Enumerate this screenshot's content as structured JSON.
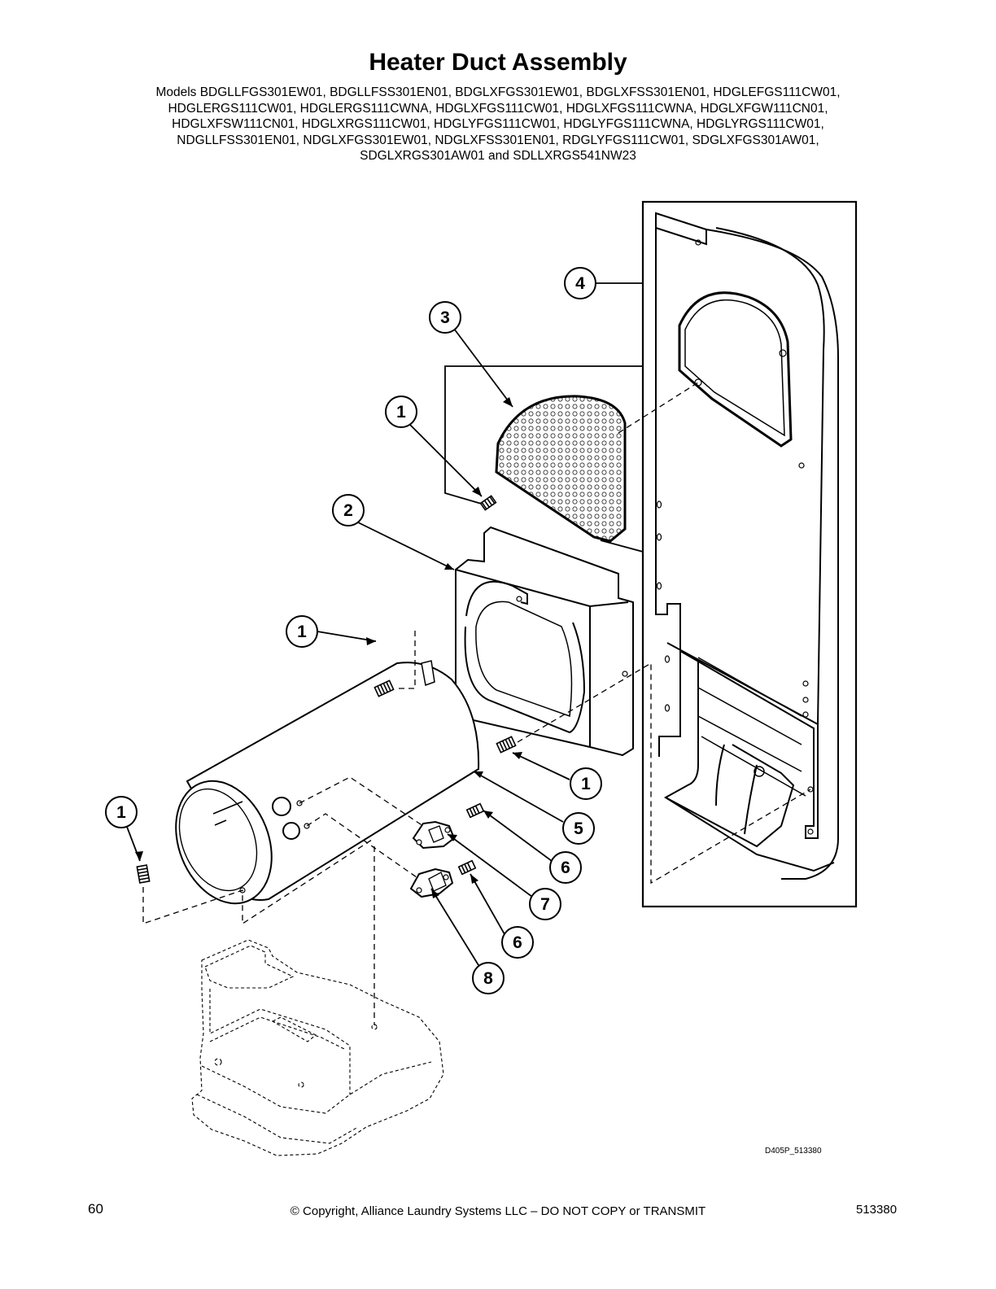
{
  "header": {
    "title": "Heater Duct Assembly",
    "models_lines": [
      "Models BDGLLFGS301EW01, BDGLLFSS301EN01, BDGLXFGS301EW01, BDGLXFSS301EN01, HDGLEFGS111CW01,",
      "HDGLERGS111CW01, HDGLERGS111CWNA, HDGLXFGS111CW01, HDGLXFGS111CWNA, HDGLXFGW111CN01,",
      "HDGLXFSW111CN01, HDGLXRGS111CW01, HDGLYFGS111CW01, HDGLYFGS111CWNA, HDGLYRGS111CW01,",
      "NDGLLFSS301EN01, NDGLXFGS301EW01, NDGLXFSS301EN01, RDGLYFGS111CW01, SDGLXFGS301AW01,",
      "SDGLXRGS301AW01 and SDLLXRGS541NW23"
    ]
  },
  "callouts": [
    "4",
    "3",
    "1",
    "2",
    "1",
    "1",
    "5",
    "1",
    "6",
    "7",
    "6",
    "8"
  ],
  "figure_id": "D405P_513380",
  "footer": {
    "page_number": "60",
    "copyright": "© Copyright, Alliance Laundry Systems LLC – DO NOT COPY or TRANSMIT",
    "doc_number": "513380"
  }
}
